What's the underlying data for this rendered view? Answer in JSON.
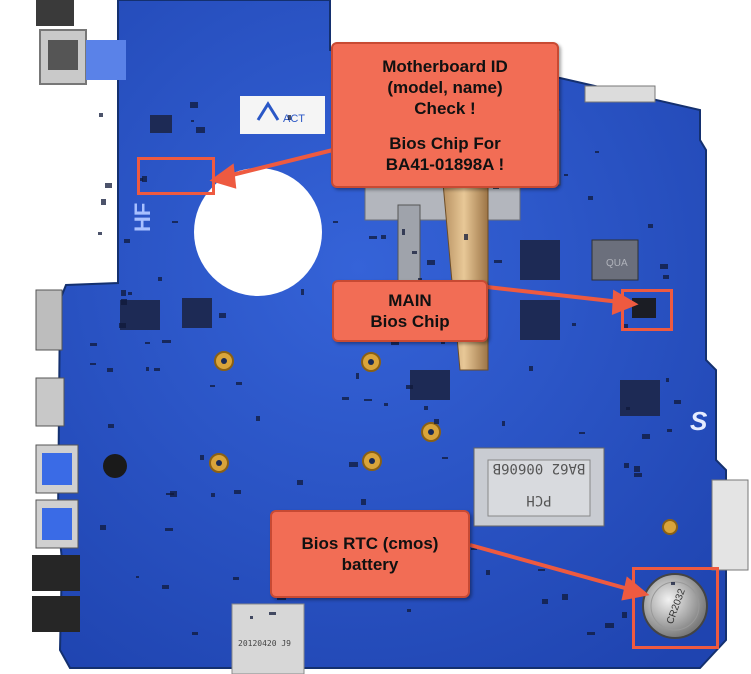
{
  "image": {
    "subject": "laptop motherboard photo with annotation callouts"
  },
  "callouts": {
    "motherboard_id": {
      "lines": [
        "Motherboard ID",
        "(model, name)",
        "Check !",
        "",
        "Bios Chip For",
        "BA41-01898A  !"
      ]
    },
    "main_bios": {
      "lines": [
        "MAIN",
        "Bios Chip"
      ]
    },
    "rtc_battery": {
      "lines": [
        "Bios RTC (cmos)",
        "battery"
      ]
    }
  },
  "board_markings": {
    "silk_hf": "HF",
    "chip_label_line1": "BA62 00606B",
    "chip_label_line2": "PCH",
    "sd_slot_label": "20120420 J9",
    "coin_cell_label": "CR2032",
    "sticker_brand": "ACT",
    "vendor_logo": "S"
  },
  "colors": {
    "board": "#2a52c8",
    "callout_fill": "#f26d55",
    "highlight": "#ee5a40"
  }
}
